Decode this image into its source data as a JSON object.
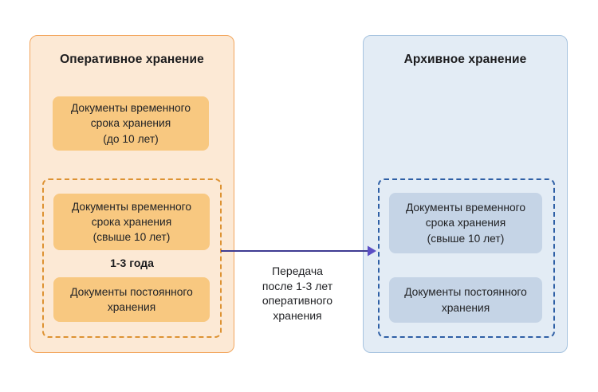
{
  "diagram": {
    "left": {
      "title": "Оперативное хранение",
      "box_temp_short": "Документы временного\nсрока хранения\n(до 10 лет)",
      "group": {
        "box_temp_long": "Документы временного\nсрока хранения\n(свыше 10 лет)",
        "duration_label": "1-3 года",
        "box_permanent": "Документы постоянного\nхранения"
      }
    },
    "right": {
      "title": "Архивное хранение",
      "group": {
        "box_temp_long": "Документы временного\nсрока хранения\n(свыше 10 лет)",
        "box_permanent": "Документы постоянного\nхранения"
      }
    },
    "arrow": {
      "label": "Передача\nпосле 1-3 лет\nоперативного\nхранения"
    }
  },
  "colors": {
    "left_fill": "#fce9d5",
    "left_border": "#f2a55c",
    "left_box": "#f8c880",
    "left_dash": "#dd9232",
    "right_fill": "#e3ecf5",
    "right_border": "#a6c3df",
    "right_box": "#c5d4e6",
    "right_dash": "#2e5fa5",
    "arrow_line": "#3e3b92",
    "arrow_head": "#5b4ec5"
  }
}
